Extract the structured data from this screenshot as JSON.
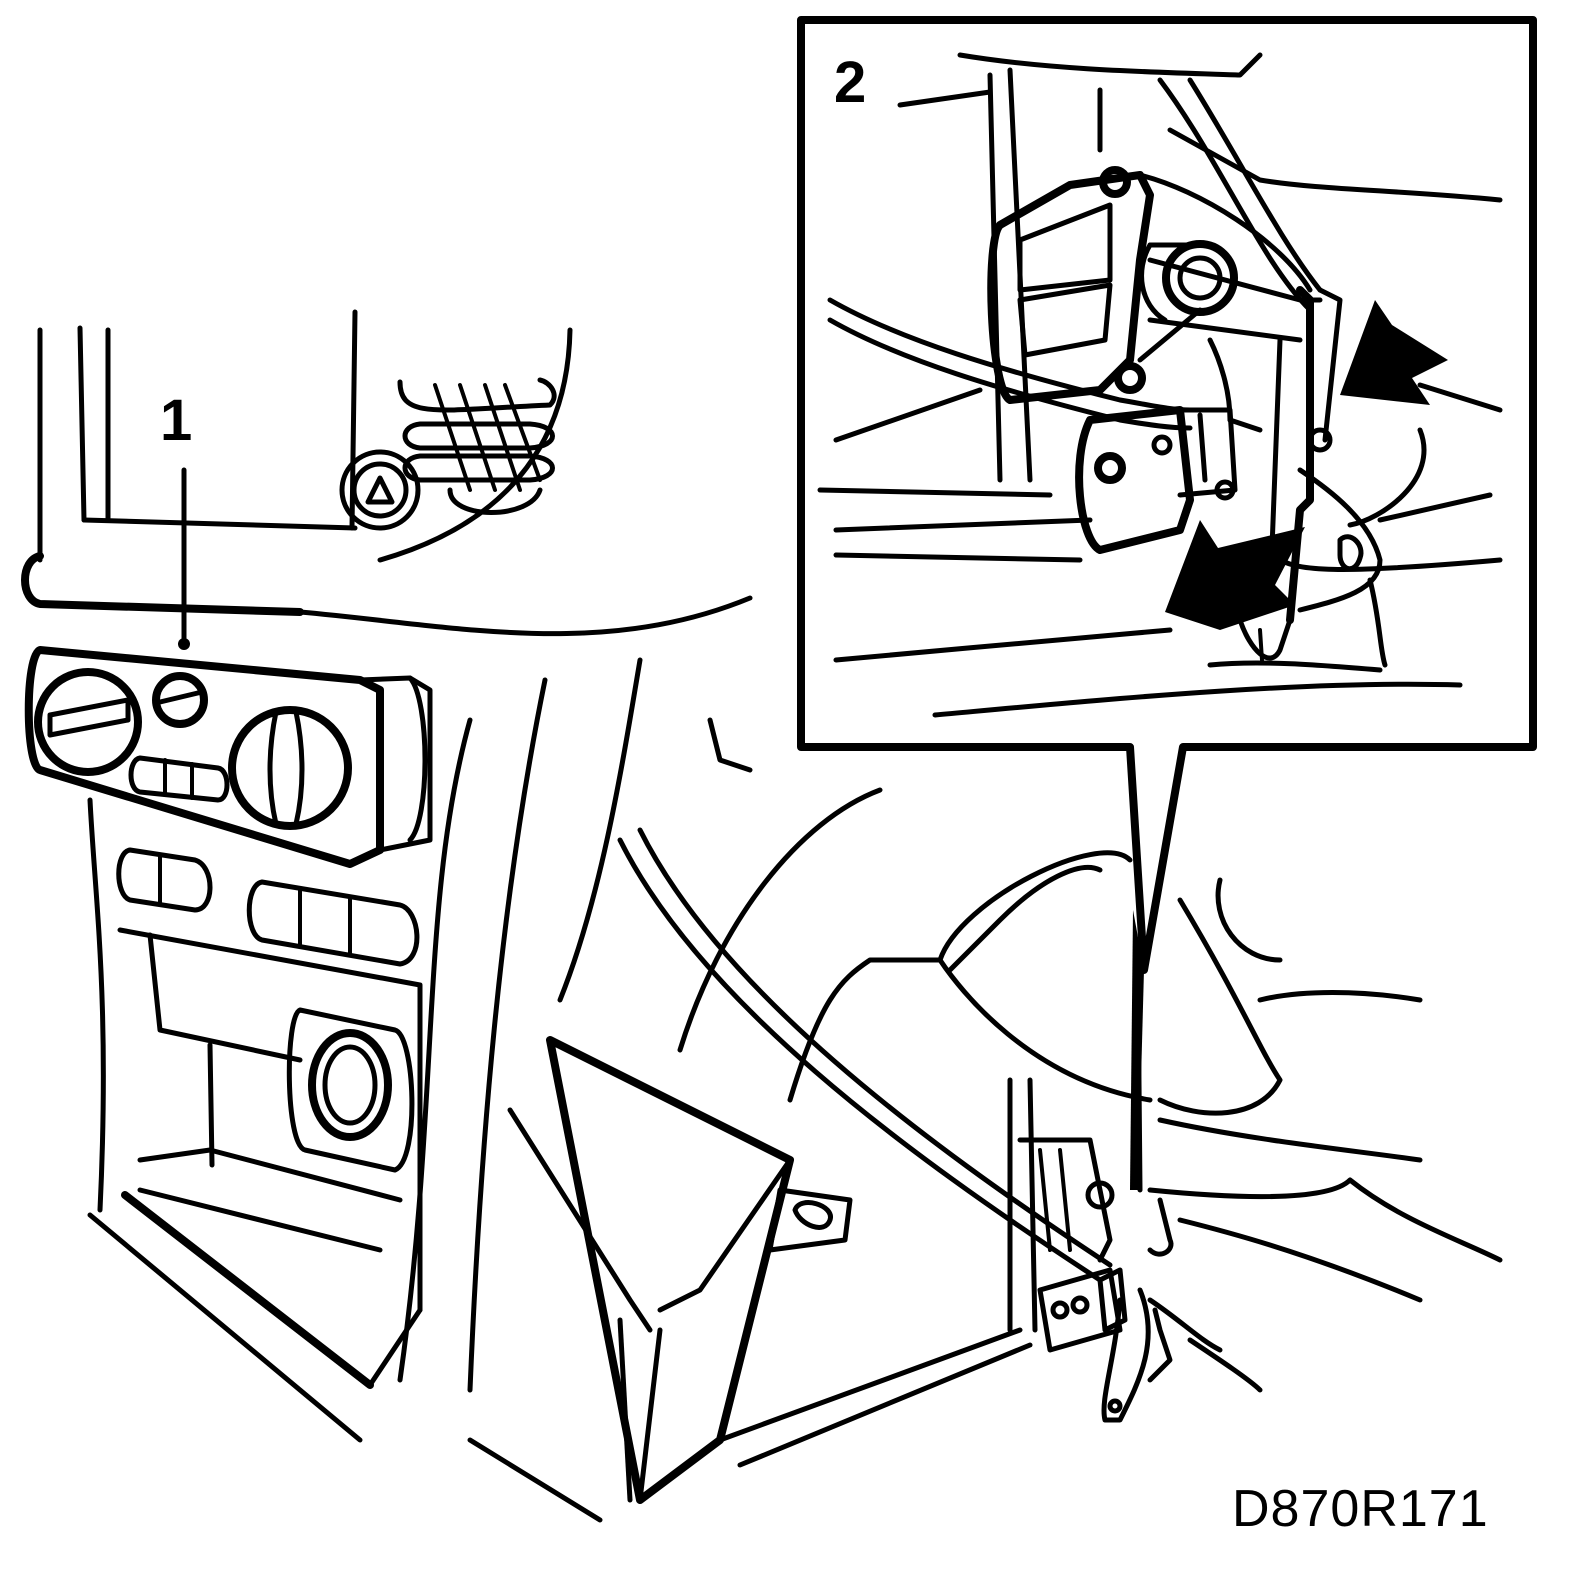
{
  "labels": {
    "callout_1": "1",
    "callout_2": "2",
    "figure_code": "D870R171"
  },
  "colors": {
    "line": "#000000",
    "background": "#ffffff"
  }
}
